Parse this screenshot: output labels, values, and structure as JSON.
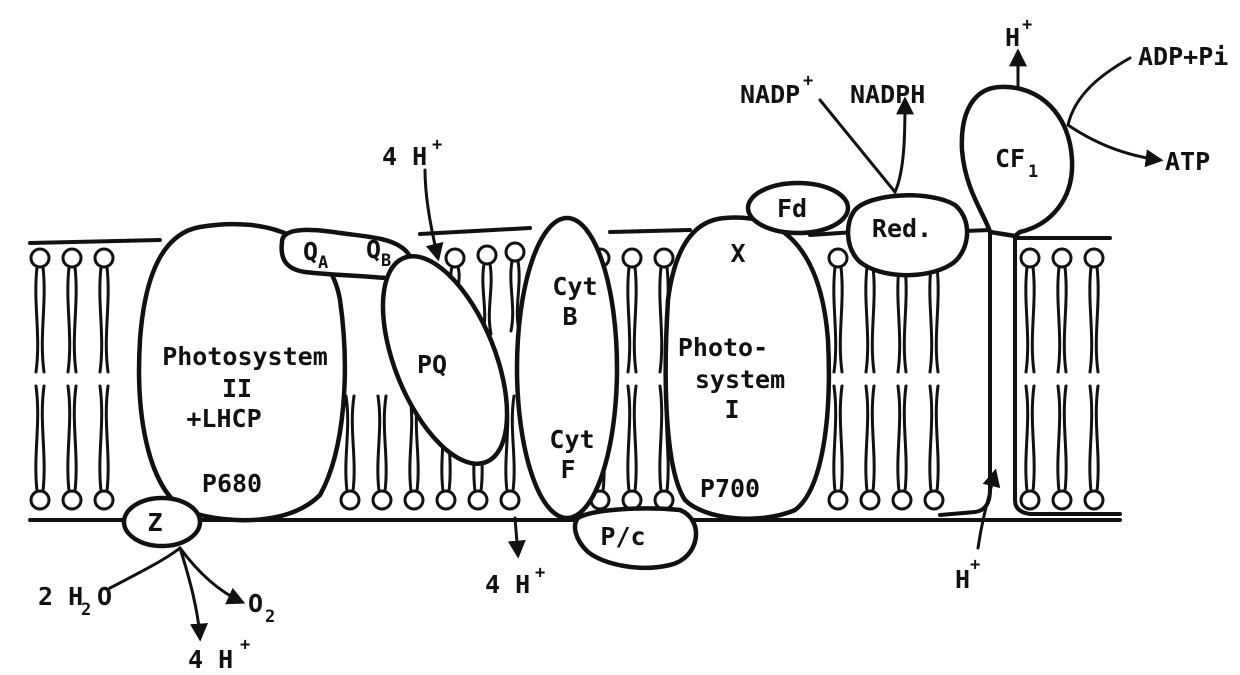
{
  "labels": {
    "ps2": {
      "line1": "Photosystem",
      "line2": "II",
      "line3": "+LHCP",
      "center": "P680"
    },
    "qa": {
      "letter": "Q",
      "sub": "A"
    },
    "qb": {
      "letter": "Q",
      "sub": "B"
    },
    "pq": "PQ",
    "cyt_b": {
      "line1": "Cyt",
      "line2": "B"
    },
    "cyt_f": {
      "line1": "Cyt",
      "line2": "F"
    },
    "ps1": {
      "line1": "Photo-",
      "line2": "system",
      "line3": "I",
      "top": "X",
      "center": "P700"
    },
    "fd": "Fd",
    "red": "Red.",
    "cf1": {
      "base": "CF",
      "sub": "1"
    },
    "z": "Z",
    "pc": "P/c",
    "nadp_plus": {
      "base": "NADP",
      "sup": "+"
    },
    "nadph": "NADPH",
    "adp_pi": "ADP+Pi",
    "atp": "ATP",
    "h_top": {
      "base": "H",
      "sup": "+"
    },
    "h_right": {
      "base": "H",
      "sup": "+"
    },
    "four_h_top": {
      "base": "4 H",
      "sup": "+"
    },
    "four_h_mid": {
      "base": "4 H",
      "sup": "+"
    },
    "four_h_bottom": {
      "base": "4 H",
      "sup": "+"
    },
    "water": {
      "pre": "2 H",
      "sub": "2",
      "post": "O"
    },
    "oxygen": {
      "base": "O",
      "sub": "2"
    }
  }
}
